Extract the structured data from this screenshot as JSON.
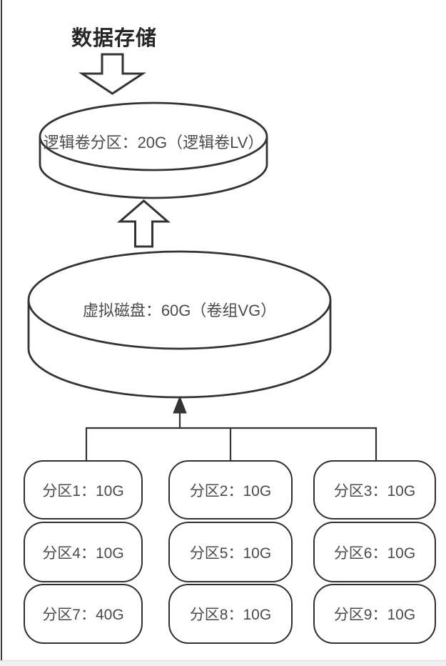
{
  "title": "数据存储",
  "lv": {
    "label": "逻辑卷分区：20G（逻辑卷LV）"
  },
  "vg": {
    "label": "虚拟磁盘：60G（卷组VG）"
  },
  "partitions": [
    {
      "label": "分区1：10G"
    },
    {
      "label": "分区2：10G"
    },
    {
      "label": "分区3：10G"
    },
    {
      "label": "分区4：10G"
    },
    {
      "label": "分区5：10G"
    },
    {
      "label": "分区6：10G"
    },
    {
      "label": "分区7：40G"
    },
    {
      "label": "分区8：10G"
    },
    {
      "label": "分区9：10G"
    }
  ],
  "colors": {
    "stroke": "#333333",
    "text": "#4a4a4a",
    "title": "#262626"
  }
}
